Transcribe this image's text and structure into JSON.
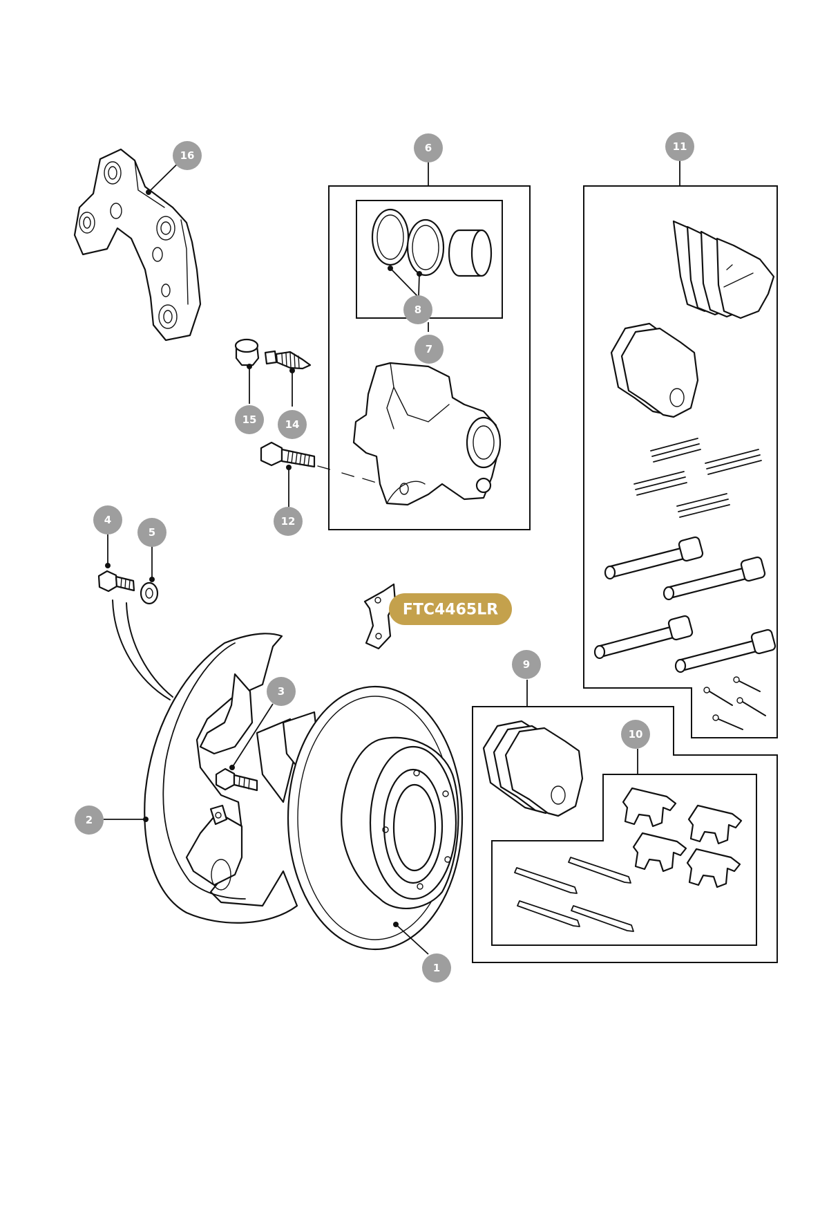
{
  "diagram": {
    "callouts": [
      {
        "id": "c16",
        "label": "16"
      },
      {
        "id": "c6",
        "label": "6"
      },
      {
        "id": "c11",
        "label": "11"
      },
      {
        "id": "c8",
        "label": "8"
      },
      {
        "id": "c7",
        "label": "7"
      },
      {
        "id": "c15",
        "label": "15"
      },
      {
        "id": "c14",
        "label": "14"
      },
      {
        "id": "c12",
        "label": "12"
      },
      {
        "id": "c4",
        "label": "4"
      },
      {
        "id": "c5",
        "label": "5"
      },
      {
        "id": "c3",
        "label": "3"
      },
      {
        "id": "c9",
        "label": "9"
      },
      {
        "id": "c10",
        "label": "10"
      },
      {
        "id": "c2",
        "label": "2"
      },
      {
        "id": "c1",
        "label": "1"
      }
    ],
    "highlight": {
      "part_number": "FTC4465LR"
    },
    "colors": {
      "callout_fill": "#9e9e9e",
      "highlight_fill": "#c4a14c",
      "line": "#111111"
    }
  }
}
